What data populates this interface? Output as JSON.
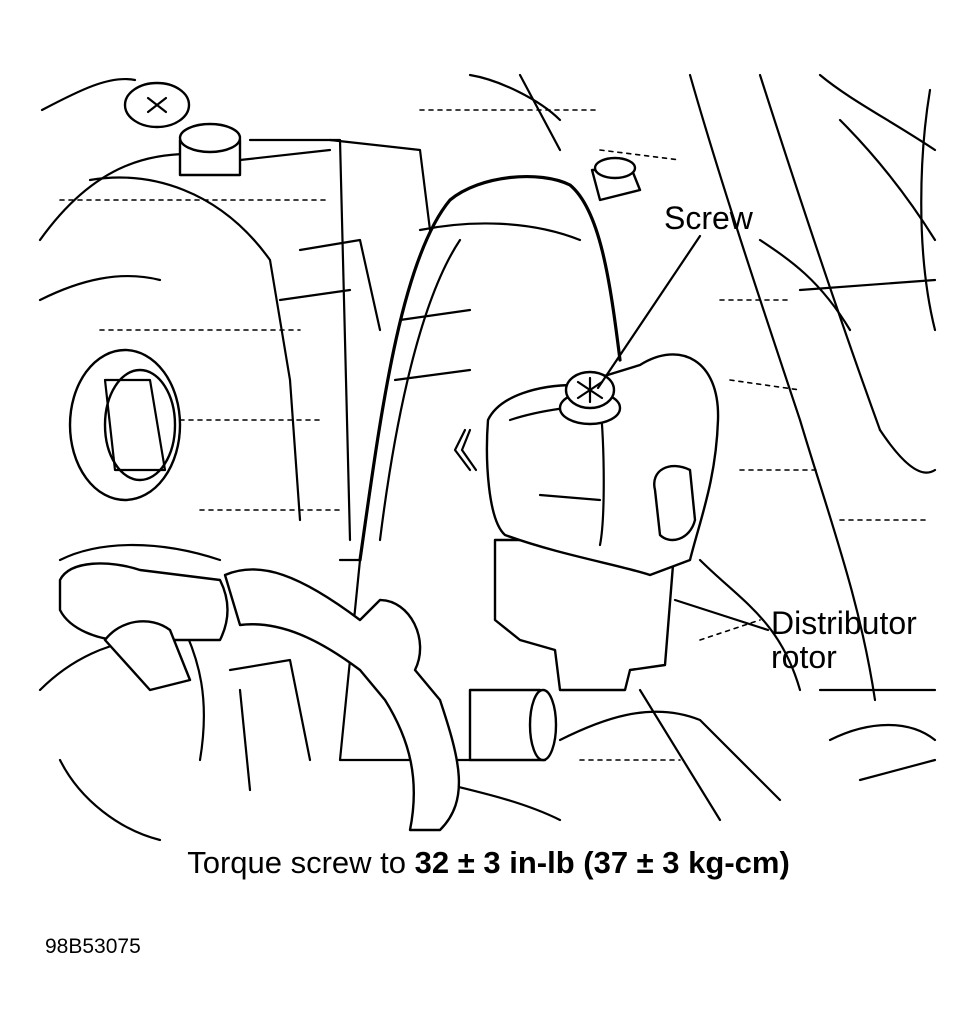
{
  "labels": {
    "screw": "Screw",
    "distributor_line1": "Distributor",
    "distributor_line2": "rotor"
  },
  "caption": {
    "prefix": "Torque screw to ",
    "torque_in_lb": "32 ± 3 in-lb",
    "torque_kg_cm": "(37 ± 3 kg-cm)"
  },
  "figure_id": "98B53075",
  "colors": {
    "line": "#000000",
    "background": "#ffffff"
  }
}
